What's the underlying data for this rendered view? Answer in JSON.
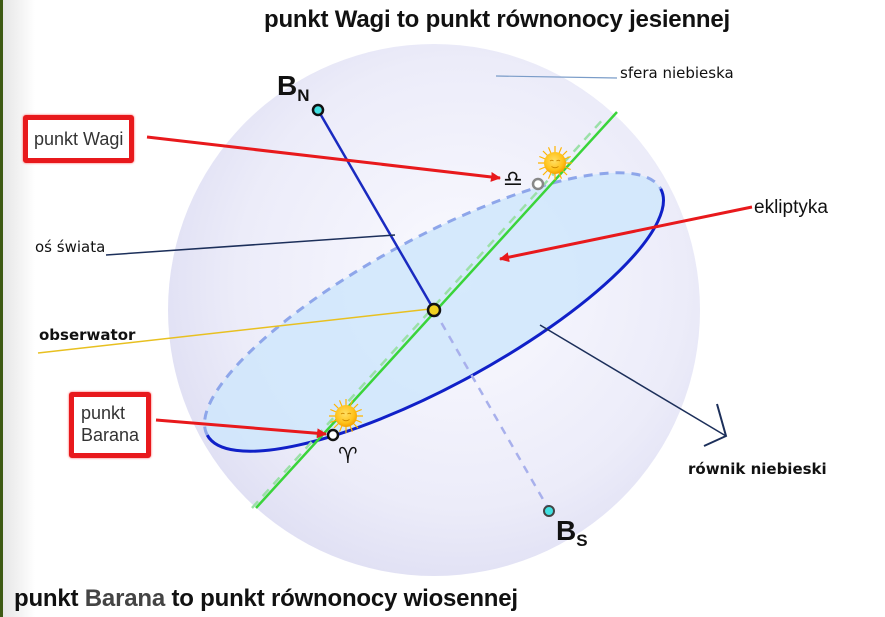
{
  "title_top": "punkt Wagi to punkt równonocy jesiennej",
  "title_bottom": {
    "part1": "punkt ",
    "part2": "Barana",
    "part3": " to punkt równonocy wiosennej"
  },
  "labels": {
    "celestial_sphere": "sfera niebieska",
    "ecliptic": "ekliptyka",
    "world_axis": "oś świata",
    "observer": "obserwator",
    "celestial_equator": "równik niebieski",
    "libra_point": "punkt Wagi",
    "aries_point_line1": "punkt",
    "aries_point_line2": "Barana"
  },
  "poles": {
    "north": {
      "letter": "B",
      "sub": "N"
    },
    "south": {
      "letter": "B",
      "sub": "S"
    }
  },
  "symbols": {
    "libra": "♎︎",
    "aries": "♈︎"
  },
  "colors": {
    "sphere": "#e4e4f7",
    "equator_plane": "#cfe6fb",
    "equator_line": "#1020c8",
    "ecliptic_line": "#3ad43a",
    "axis_line": "#1a2ac0",
    "pointer_red": "#e8191c",
    "observer_line": "#e8c020",
    "leader_dark": "#1c2f5a",
    "pole_dot": "#40e0e0",
    "observer_dot": "#f0d020"
  }
}
